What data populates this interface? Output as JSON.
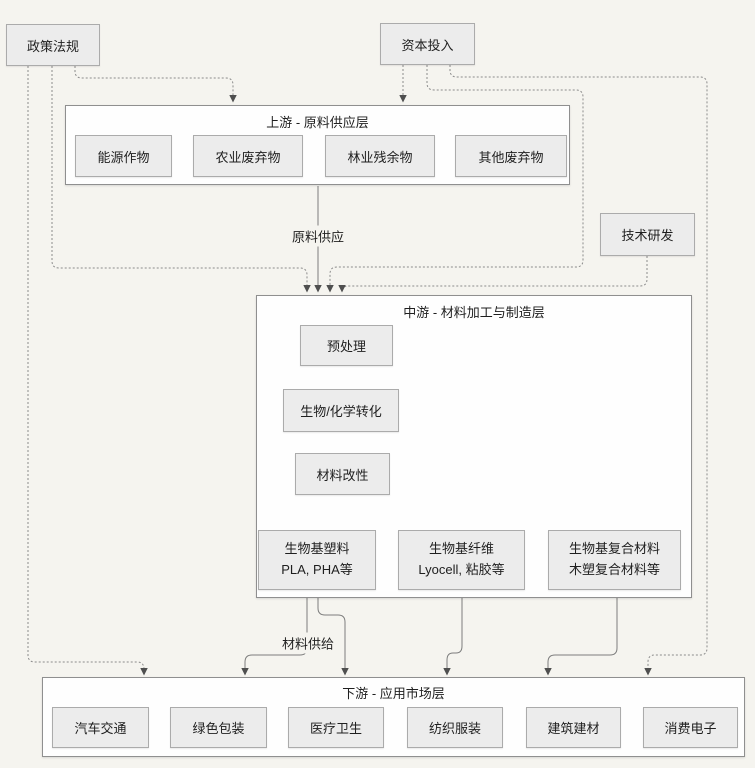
{
  "external": {
    "policy": {
      "label": "政策法规"
    },
    "capital": {
      "label": "资本投入"
    },
    "tech": {
      "label": "技术研发"
    }
  },
  "upstream": {
    "title": "上游 - 原料供应层",
    "items": [
      {
        "label": "能源作物"
      },
      {
        "label": "农业废弃物"
      },
      {
        "label": "林业残余物"
      },
      {
        "label": "其他废弃物"
      }
    ]
  },
  "midstream": {
    "title": "中游 - 材料加工与制造层",
    "steps": [
      {
        "label": "预处理"
      },
      {
        "label": "生物/化学转化"
      },
      {
        "label": "材料改性"
      }
    ],
    "products": [
      {
        "name": "生物基塑料",
        "examples": "PLA, PHA等"
      },
      {
        "name": "生物基纤维",
        "examples": "Lyocell, 粘胶等"
      },
      {
        "name": "生物基复合材料",
        "examples": "木塑复合材料等"
      }
    ]
  },
  "downstream": {
    "title": "下游 - 应用市场层",
    "items": [
      {
        "label": "汽车交通"
      },
      {
        "label": "绿色包装"
      },
      {
        "label": "医疗卫生"
      },
      {
        "label": "纺织服装"
      },
      {
        "label": "建筑建材"
      },
      {
        "label": "消费电子"
      }
    ]
  },
  "edge_labels": {
    "raw_supply": "原料供应",
    "material_supply": "材料供给"
  },
  "colors": {
    "background": "#f5f4ef",
    "container_fill": "#fefefe",
    "container_border": "#8f8f8f",
    "node_fill": "#ececec",
    "node_border": "#ababab",
    "solid_edge": "#7d7d7d",
    "dotted_edge": "#8b8b8b",
    "arrowhead": "#4f4f4f",
    "text": "#1f1f1f"
  }
}
